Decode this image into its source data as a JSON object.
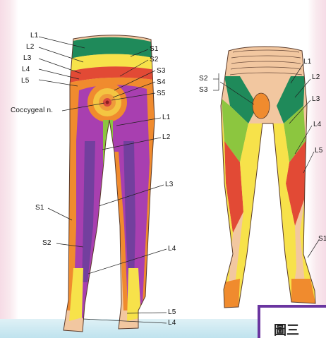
{
  "figure": {
    "caption": "圖三",
    "colors": {
      "L1": "#1f8a5a",
      "L2": "#8cc63f",
      "L3": "#e24a35",
      "L4": "#f7e24a",
      "L5": "#f08b2e",
      "S1": "#a83fb0",
      "S2": "#6a3f9b",
      "S3": "#ef9a3a",
      "S4": "#f4c542",
      "S5": "#d8483f",
      "skin": "#f2c7a0",
      "frame": "#6a35a0"
    }
  },
  "posterior": {
    "labels_left": [
      "L1",
      "L2",
      "L3",
      "L4",
      "L5"
    ],
    "labels_right": [
      "S1",
      "S2",
      "S3",
      "S4",
      "S5"
    ],
    "coccygeal": "Coccygeal n.",
    "leg_labels": [
      "L1",
      "L2",
      "L3",
      "S1",
      "S2",
      "L4",
      "L5",
      "L4"
    ]
  },
  "anterior": {
    "labels_left": [
      "S2",
      "S3"
    ],
    "labels_right": [
      "L1",
      "L2",
      "L3",
      "L4",
      "L5",
      "S1"
    ]
  }
}
